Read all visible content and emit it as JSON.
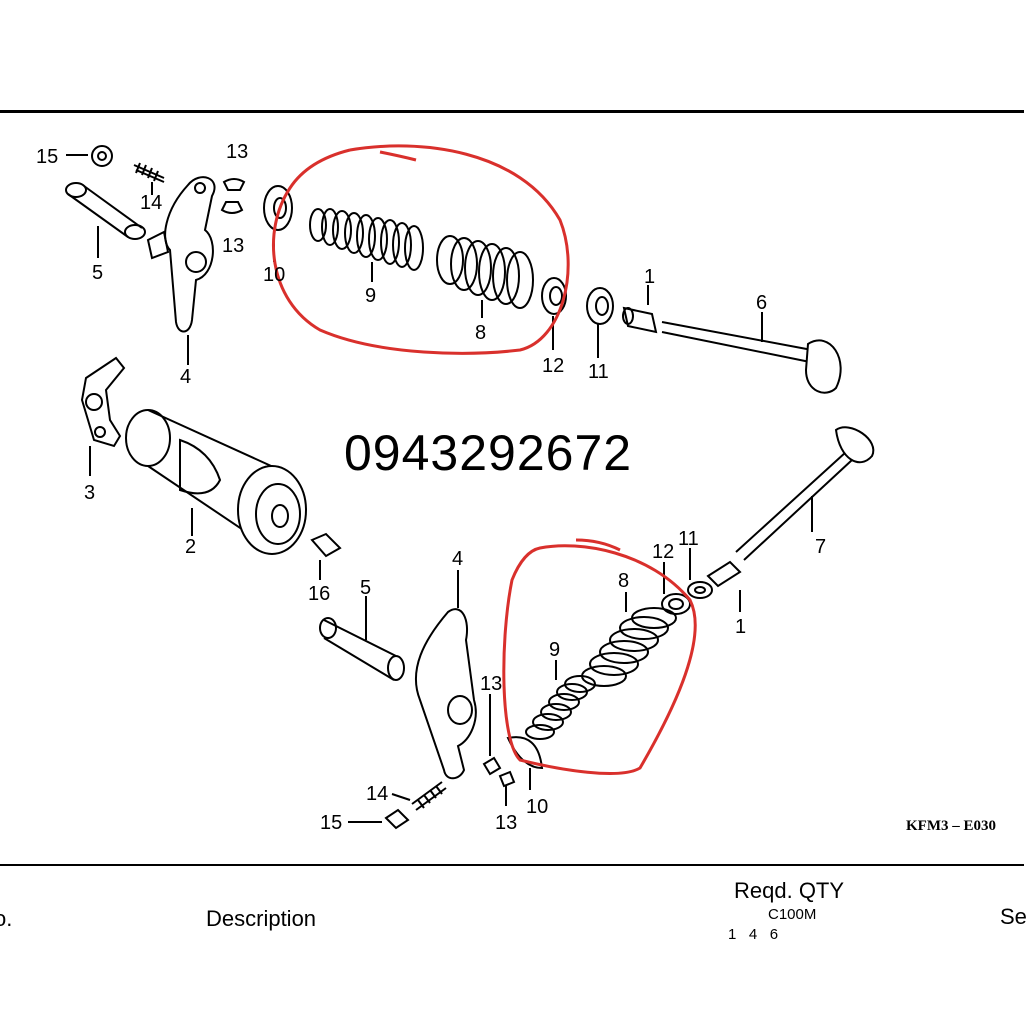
{
  "phone": "0943292672",
  "drawing_code": "KFM3 – E030",
  "labels": [
    {
      "id": "l15a",
      "text": "15"
    },
    {
      "id": "l14a",
      "text": "14"
    },
    {
      "id": "l13a",
      "text": "13"
    },
    {
      "id": "l13b",
      "text": "13"
    },
    {
      "id": "l5a",
      "text": "5"
    },
    {
      "id": "l4a",
      "text": "4"
    },
    {
      "id": "l10a",
      "text": "10"
    },
    {
      "id": "l9a",
      "text": "9"
    },
    {
      "id": "l8a",
      "text": "8"
    },
    {
      "id": "l12a",
      "text": "12"
    },
    {
      "id": "l11a",
      "text": "11"
    },
    {
      "id": "l1a",
      "text": "1"
    },
    {
      "id": "l6a",
      "text": "6"
    },
    {
      "id": "l3a",
      "text": "3"
    },
    {
      "id": "l2a",
      "text": "2"
    },
    {
      "id": "l16a",
      "text": "16"
    },
    {
      "id": "l5b",
      "text": "5"
    },
    {
      "id": "l4b",
      "text": "4"
    },
    {
      "id": "l13c",
      "text": "13"
    },
    {
      "id": "l13d",
      "text": "13"
    },
    {
      "id": "l9b",
      "text": "9"
    },
    {
      "id": "l8b",
      "text": "8"
    },
    {
      "id": "l12b",
      "text": "12"
    },
    {
      "id": "l11b",
      "text": "11"
    },
    {
      "id": "l1b",
      "text": "1"
    },
    {
      "id": "l7a",
      "text": "7"
    },
    {
      "id": "l14b",
      "text": "14"
    },
    {
      "id": "l15b",
      "text": "15"
    },
    {
      "id": "l10b",
      "text": "10"
    }
  ],
  "table_header": {
    "no": "o.",
    "description": "Description",
    "qty": "Reqd. QTY",
    "model": "C100M",
    "cols": "1   4   6",
    "se": "Se"
  },
  "colors": {
    "highlight": "#d9302c",
    "ink": "#000000"
  }
}
